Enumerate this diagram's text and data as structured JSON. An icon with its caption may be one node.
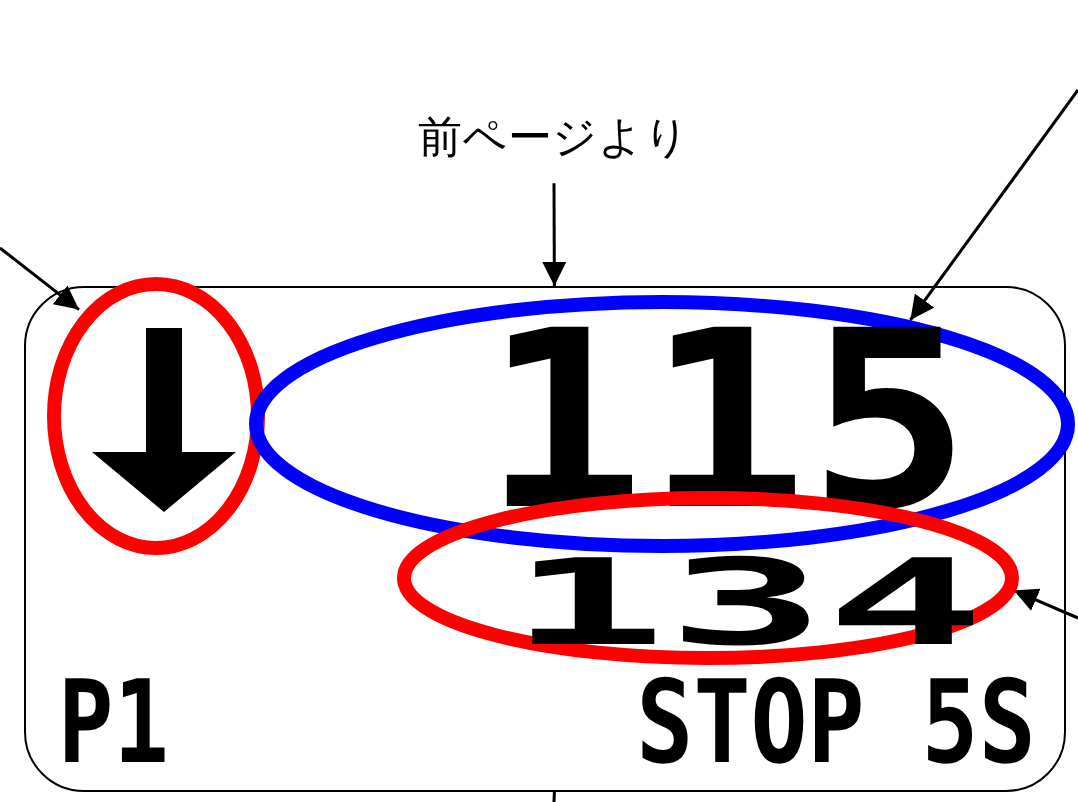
{
  "diagram": {
    "nodes": [
      {
        "text": [
          "P1",
          "STOP 5S"
        ]
      },
      {
        "text": [
          "前ページより"
        ]
      },
      {
        "text": [],
        "shape": "circle",
        "in": 0
      },
      {
        "text": [
          "115"
        ],
        "in": 0
      },
      {
        "text": [
          "134"
        ],
        "in": 0
      }
    ],
    "edges": [
      {
        "from": 1,
        "to": 0,
        "arrow": "to"
      },
      {
        "from": null,
        "to": 2,
        "arrow": "to"
      },
      {
        "from": null,
        "to": 3,
        "arrow": "to"
      },
      {
        "from": null,
        "to": 4,
        "arrow": "to"
      },
      {
        "from": 0,
        "to": null,
        "arrow": "none"
      }
    ]
  }
}
